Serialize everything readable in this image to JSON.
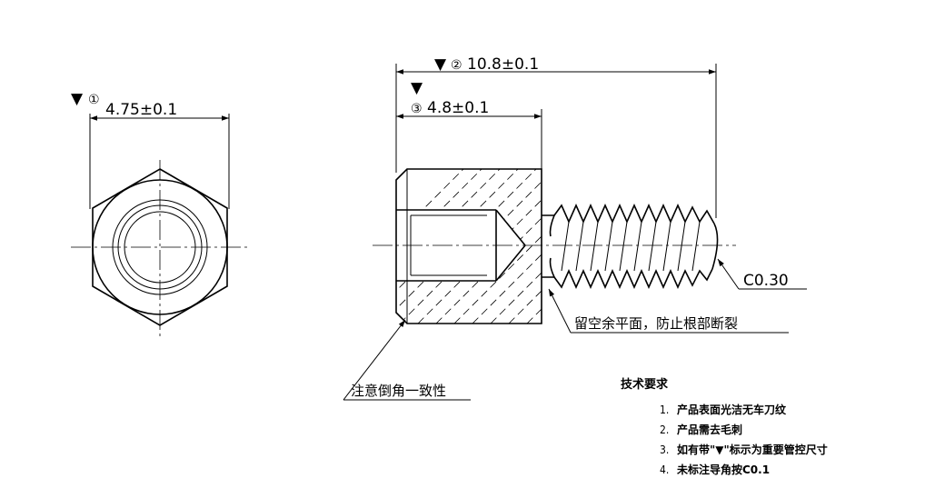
{
  "dimensions": {
    "width_hex": {
      "symbol": "▼",
      "index": "①",
      "value": "4.75±0.1"
    },
    "total_length": {
      "symbol": "▼",
      "index": "②",
      "value": "10.8±0.1"
    },
    "body_length": {
      "symbol": "▼",
      "index": "③",
      "value": "4.8±0.1"
    },
    "thread_chamfer": {
      "value": "C0.30"
    }
  },
  "notes": {
    "root_note": "留空余平面，防止根部断裂",
    "chamfer_note": "注意倒角一致性"
  },
  "requirements": {
    "title": "技术要求",
    "items": [
      {
        "num": "1.",
        "text": "产品表面光洁无车刀纹"
      },
      {
        "num": "2.",
        "text": "产品需去毛刺"
      },
      {
        "num": "3.",
        "text": "如有带\"▼\"标示为重要管控尺寸"
      },
      {
        "num": "4.",
        "text": "未标注导角按C0.1"
      }
    ]
  }
}
